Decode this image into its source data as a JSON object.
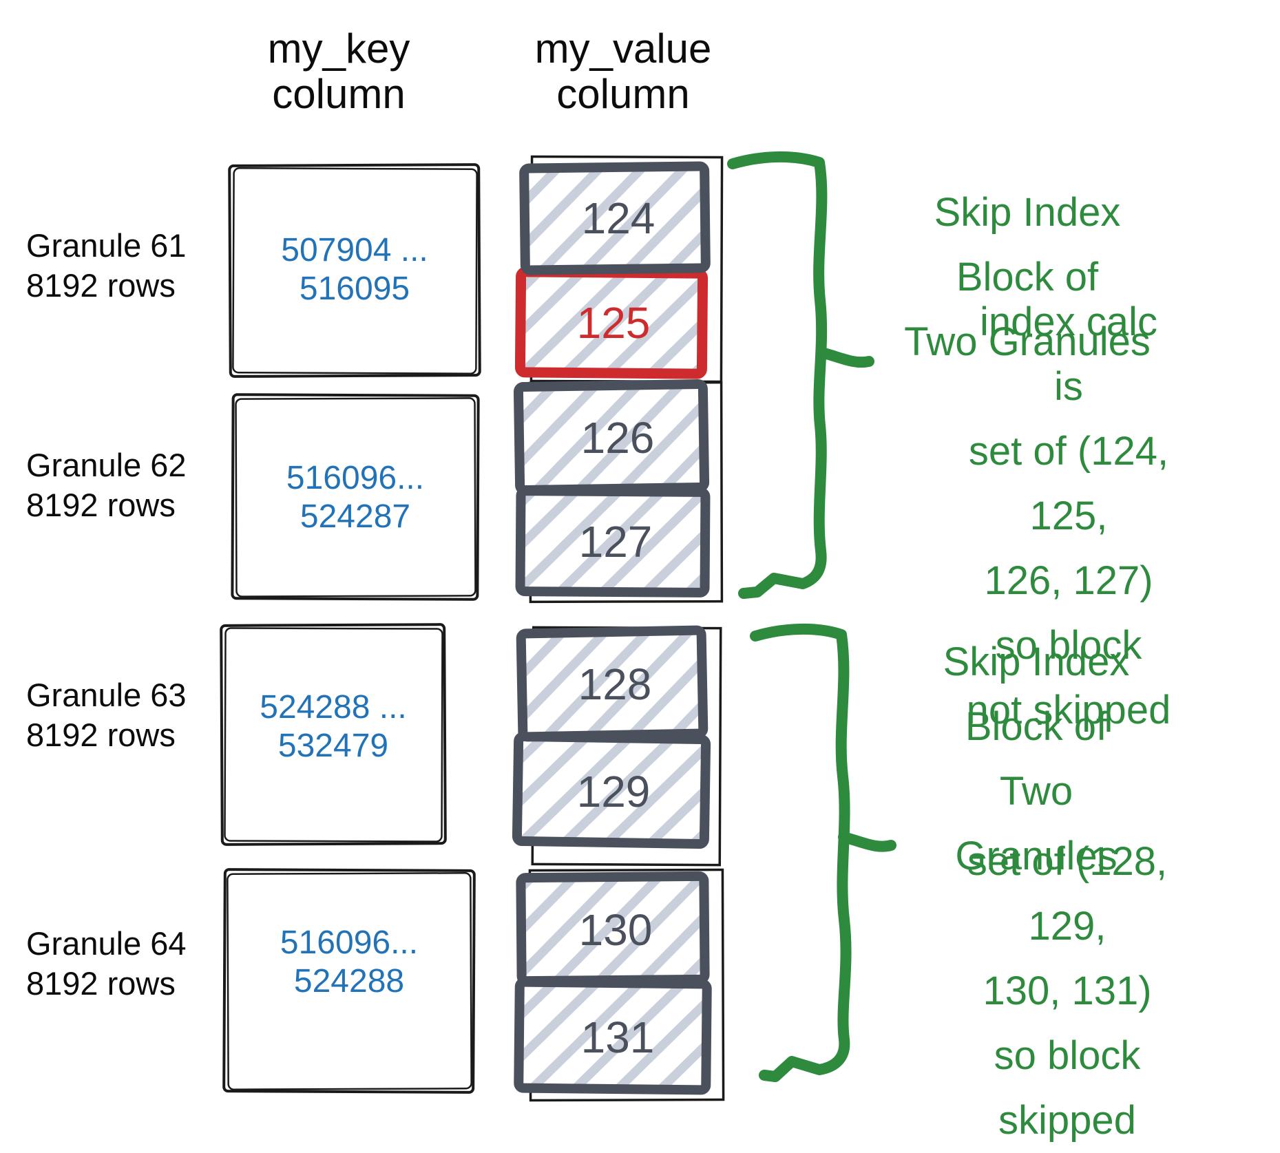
{
  "colors": {
    "green": "#2e8b3e",
    "blue": "#2272b8",
    "red": "#ce2b2e",
    "slate": "#4a515c",
    "hatch": "#c9d0db",
    "ink": "#1a1a1a"
  },
  "headers": {
    "key": "my_key\ncolumn",
    "value": "my_value\ncolumn"
  },
  "granules": [
    {
      "label": "Granule 61\n8192 rows",
      "key_range": "507904 ...\n516095",
      "blocks": [
        {
          "value": "124",
          "highlighted": false
        },
        {
          "value": "125",
          "highlighted": true
        }
      ]
    },
    {
      "label": "Granule 62\n8192 rows",
      "key_range": "516096...\n524287",
      "blocks": [
        {
          "value": "126",
          "highlighted": false
        },
        {
          "value": "127",
          "highlighted": false
        }
      ]
    },
    {
      "label": "Granule 63\n8192 rows",
      "key_range": "524288 ...\n532479",
      "blocks": [
        {
          "value": "128",
          "highlighted": false
        },
        {
          "value": "129",
          "highlighted": false
        }
      ]
    },
    {
      "label": "Granule 64\n8192 rows",
      "key_range": "516096...\n524288",
      "blocks": [
        {
          "value": "130",
          "highlighted": false
        },
        {
          "value": "131",
          "highlighted": false
        }
      ]
    }
  ],
  "annotations": {
    "block1_title": "Skip Index\nBlock of\nTwo Granules",
    "block1_detail": "index calc is\nset of (124, 125,\n126, 127) so block\nnot skipped",
    "block2_title": "Skip Index\nBlock of\nTwo Granules",
    "block2_detail": "set of (128, 129,\n130, 131) so block\nskipped"
  }
}
